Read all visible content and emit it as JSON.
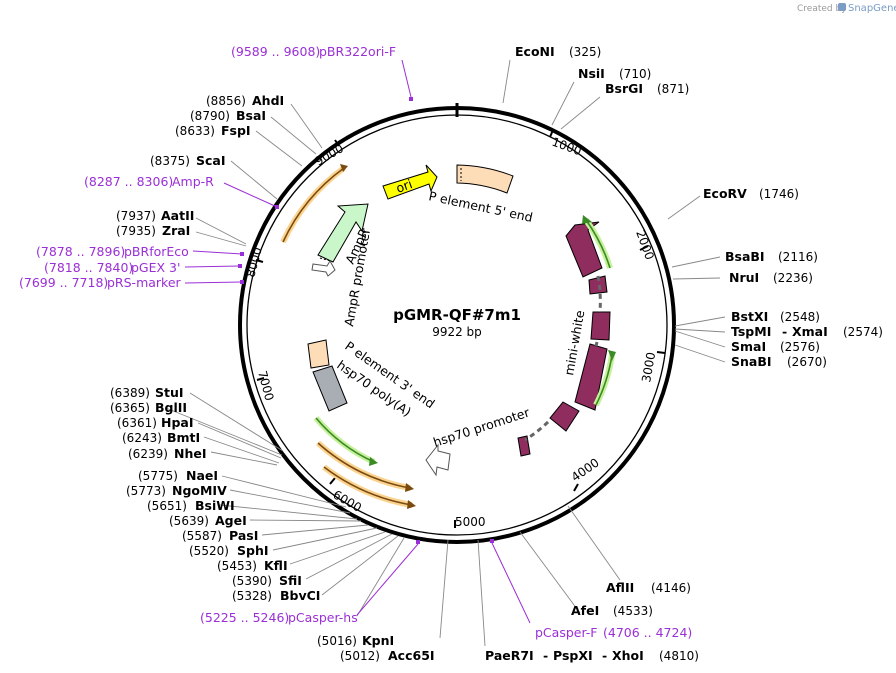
{
  "credit": {
    "text": "Created by",
    "brand": "SnapGene"
  },
  "plasmid": {
    "name": "pGMR-QF#7m1",
    "size_label": "9922 bp"
  },
  "ticks": [
    "1000",
    "2000",
    "3000",
    "4000",
    "5000",
    "6000",
    "7000",
    "8000",
    "9000"
  ],
  "features": [
    {
      "label": "ori",
      "color": "#ffff00"
    },
    {
      "label": "P element 5' end",
      "color": "#fddcb8"
    },
    {
      "label": "AmpR",
      "color": "#c9f7c9"
    },
    {
      "label": "AmpR promoter",
      "color": "#ffffff"
    },
    {
      "label": "mini-white",
      "color": "#8e2d5e"
    },
    {
      "label": "P element 3' end",
      "color": "#fddcb8"
    },
    {
      "label": "hsp70 poly(A)",
      "color": "#a9aeb5"
    },
    {
      "label": "hsp70 promoter",
      "color": "#ffffff"
    }
  ],
  "enzymes": [
    {
      "name": "EcoNI",
      "pos": "(325)"
    },
    {
      "name": "NsiI",
      "pos": "(710)"
    },
    {
      "name": "BsrGI",
      "pos": "(871)"
    },
    {
      "name": "EcoRV",
      "pos": "(1746)"
    },
    {
      "name": "BsaBI",
      "pos": "(2116)"
    },
    {
      "name": "NruI",
      "pos": "(2236)"
    },
    {
      "name": "BstXI",
      "pos": "(2548)"
    },
    {
      "name": "TspMI",
      "pos": "(2574)"
    },
    {
      "name": "XmaI",
      "pos": ""
    },
    {
      "name": "SmaI",
      "pos": "(2576)"
    },
    {
      "name": "SnaBI",
      "pos": "(2670)"
    },
    {
      "name": "AflII",
      "pos": "(4146)"
    },
    {
      "name": "AfeI",
      "pos": "(4533)"
    },
    {
      "name": "PaeR7I",
      "pos": "(4810)"
    },
    {
      "name": "PspXI",
      "pos": ""
    },
    {
      "name": "XhoI",
      "pos": ""
    },
    {
      "name": "KpnI",
      "pos": "(5016)"
    },
    {
      "name": "Acc65I",
      "pos": "(5012)"
    },
    {
      "name": "BbvCI",
      "pos": "(5328)"
    },
    {
      "name": "SfiI",
      "pos": "(5390)"
    },
    {
      "name": "KflI",
      "pos": "(5453)"
    },
    {
      "name": "SphI",
      "pos": "(5520)"
    },
    {
      "name": "PasI",
      "pos": "(5587)"
    },
    {
      "name": "AgeI",
      "pos": "(5639)"
    },
    {
      "name": "BsiWI",
      "pos": "(5651)"
    },
    {
      "name": "NgoMIV",
      "pos": "(5773)"
    },
    {
      "name": "NaeI",
      "pos": "(5775)"
    },
    {
      "name": "NheI",
      "pos": "(6239)"
    },
    {
      "name": "BmtI",
      "pos": "(6243)"
    },
    {
      "name": "HpaI",
      "pos": "(6361)"
    },
    {
      "name": "BglII",
      "pos": "(6365)"
    },
    {
      "name": "StuI",
      "pos": "(6389)"
    },
    {
      "name": "ZraI",
      "pos": "(7935)"
    },
    {
      "name": "AatII",
      "pos": "(7937)"
    },
    {
      "name": "ScaI",
      "pos": "(8375)"
    },
    {
      "name": "FspI",
      "pos": "(8633)"
    },
    {
      "name": "BsaI",
      "pos": "(8790)"
    },
    {
      "name": "AhdI",
      "pos": "(8856)"
    }
  ],
  "primers": [
    {
      "name": "pBR322ori-F",
      "pos": "(9589 .. 9608)"
    },
    {
      "name": "Amp-R",
      "pos": "(8287 .. 8306)"
    },
    {
      "name": "pBRforEco",
      "pos": "(7878 .. 7896)"
    },
    {
      "name": "pGEX 3'",
      "pos": "(7818 .. 7840)"
    },
    {
      "name": "pRS-marker",
      "pos": "(7699 .. 7718)"
    },
    {
      "name": "pCasper-hs",
      "pos": "(5225 .. 5246)"
    },
    {
      "name": "pCasper-F",
      "pos": "(4706 .. 4724)"
    }
  ],
  "separator": "-"
}
